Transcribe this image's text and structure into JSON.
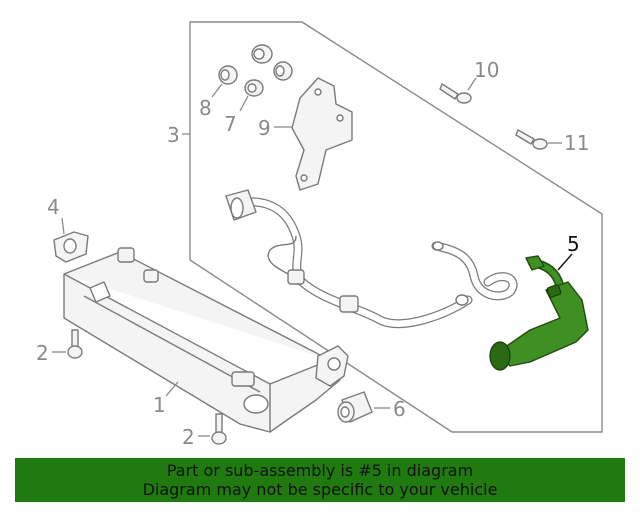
{
  "callouts": {
    "c1": "1",
    "c2a": "2",
    "c2b": "2",
    "c3": "3",
    "c4": "4",
    "c5": "5",
    "c6": "6",
    "c7": "7",
    "c8": "8",
    "c9": "9",
    "c10": "10",
    "c11": "11"
  },
  "highlight": {
    "part_number": "5",
    "color": "#3f8f22"
  },
  "banner": {
    "line1": "Part or sub-assembly is #5 in diagram",
    "line2": "Diagram may not be specific to your vehicle",
    "background": "#217a10"
  }
}
